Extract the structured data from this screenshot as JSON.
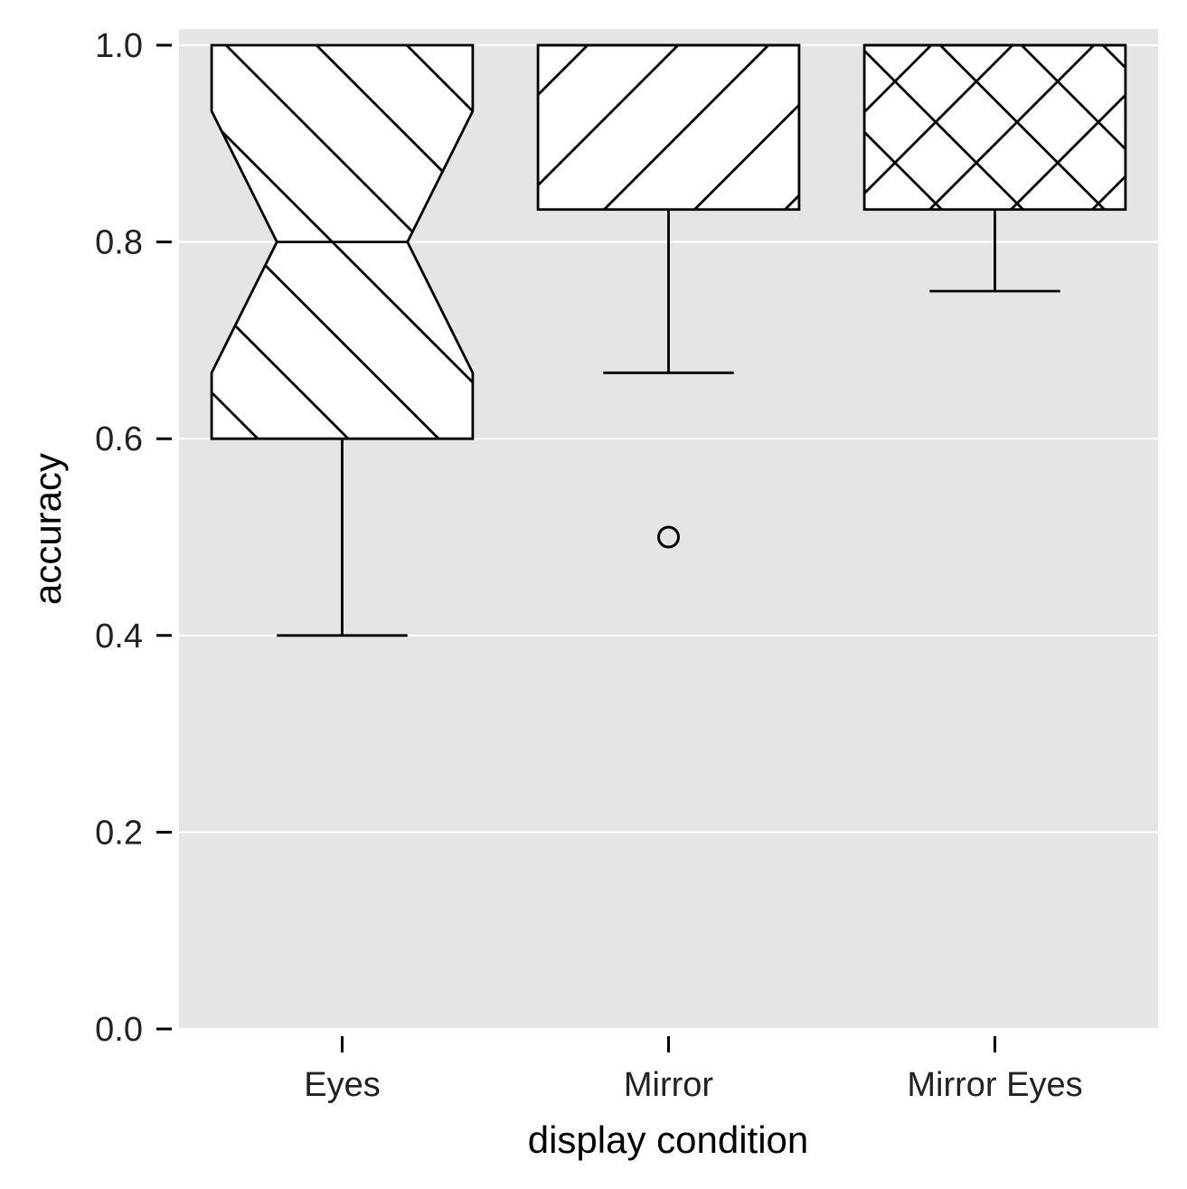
{
  "chart_data": {
    "type": "box",
    "notched": true,
    "xlabel": "display condition",
    "ylabel": "accuracy",
    "ylim": [
      0.0,
      1.02
    ],
    "y_ticks": [
      0.0,
      0.2,
      0.4,
      0.6,
      0.8,
      1.0
    ],
    "y_tick_labels": [
      "0.0",
      "0.2",
      "0.4",
      "0.6",
      "0.8",
      "1.0"
    ],
    "grid": "horizontal",
    "legend": "none",
    "colors": {
      "panel_background": "#e5e5e5",
      "grid": "#ffffff",
      "box_fill": "#ffffff",
      "box_stroke": "#000000"
    },
    "categories": [
      "Eyes",
      "Mirror",
      "Mirror Eyes"
    ],
    "boxes": [
      {
        "category": "Eyes",
        "min": 0.4,
        "q1": 0.6,
        "median": 0.8,
        "q3": 1.0,
        "max": 1.0,
        "notch_low": 0.667,
        "notch_high": 0.933,
        "outliers": [],
        "hatch": "backslash"
      },
      {
        "category": "Mirror",
        "min": 0.667,
        "q1": 0.833,
        "median": 1.0,
        "q3": 1.0,
        "max": 1.0,
        "notch_low": null,
        "notch_high": null,
        "outliers": [
          0.5
        ],
        "hatch": "slash"
      },
      {
        "category": "Mirror Eyes",
        "min": 0.75,
        "q1": 0.833,
        "median": 1.0,
        "q3": 1.0,
        "max": 1.0,
        "notch_low": null,
        "notch_high": null,
        "outliers": [],
        "hatch": "cross"
      }
    ]
  }
}
